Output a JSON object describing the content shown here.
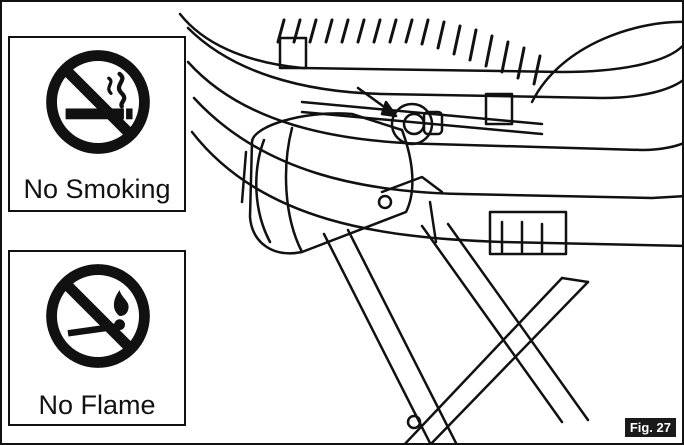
{
  "signs": [
    {
      "label": "No Smoking",
      "icon": "no-smoking-icon"
    },
    {
      "label": "No Flame",
      "icon": "no-flame-icon"
    }
  ],
  "figure_label": "Fig. 27",
  "colors": {
    "ink": "#111111",
    "paper": "#ffffff",
    "badge": "#1a1a1a"
  }
}
